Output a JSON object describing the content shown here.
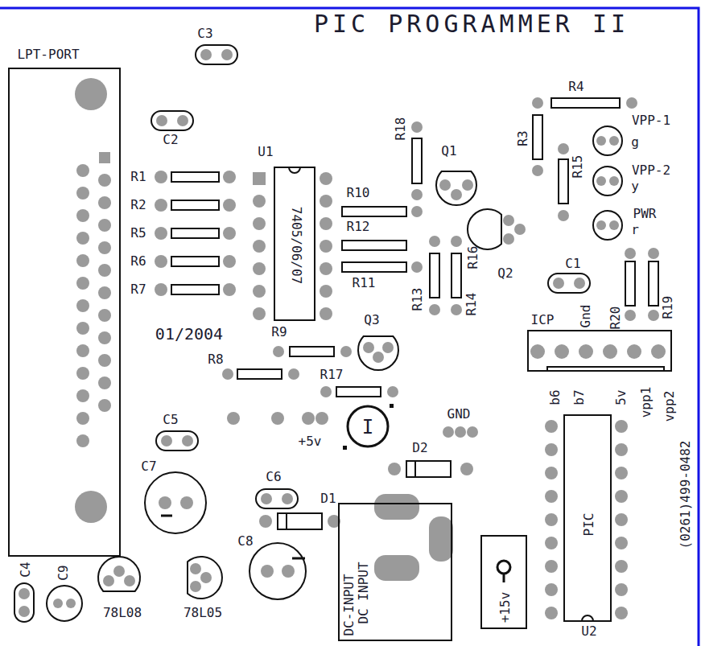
{
  "diagram": {
    "title": "PIC PROGRAMMER II",
    "nodes": [
      {
        "text": [
          "LPT-PORT"
        ]
      },
      {
        "text": [
          "U1",
          "7405/06/07"
        ]
      },
      {
        "text": [
          "PIC",
          "U2"
        ]
      },
      {
        "text": [
          "DC-INPUT",
          "DC INPUT"
        ]
      },
      {
        "text": [
          "+15v"
        ]
      },
      {
        "text": [
          "ICP"
        ]
      }
    ],
    "labels": [
      "C3",
      "C2",
      "R1",
      "R2",
      "R5",
      "R6",
      "R7",
      "R10",
      "R18",
      "Q1",
      "R4",
      "R3",
      "VPP-1",
      "g",
      "R15",
      "VPP-2",
      "y",
      "PWR",
      "r",
      "R12",
      "R11",
      "R13",
      "R14",
      "R16",
      "Q2",
      "C1",
      "Gnd",
      "R20",
      "R19",
      "01/2004",
      "R9",
      "Q3",
      "R8",
      "R17",
      "+5v",
      "I",
      "GND",
      "b6",
      "b7",
      "5v",
      "vpp1",
      "vpp2",
      "(0261)499-0482",
      "C5",
      "D2",
      "C7",
      "C6",
      "D1",
      "C8",
      "C4",
      "C9",
      "78L08",
      "78L05"
    ]
  }
}
